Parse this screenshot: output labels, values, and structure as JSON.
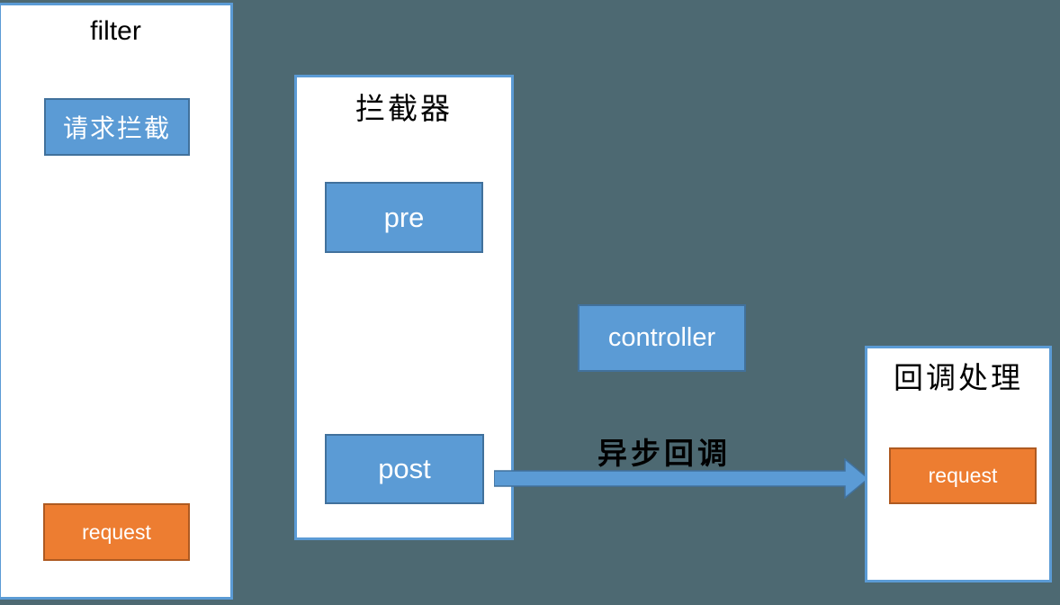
{
  "diagram": {
    "background_color": "#4D6972",
    "colors": {
      "panel_fill": "#FFFFFF",
      "panel_border": "#5B9BD5",
      "blue_node_fill": "#5B9BD5",
      "blue_node_border": "#41719C",
      "orange_node_fill": "#ED7D31",
      "orange_node_border": "#AE5A21",
      "title_text": "#000000",
      "node_text": "#FFFFFF",
      "arrow_fill": "#5B9BD5",
      "arrow_border": "#41719C"
    },
    "panels": {
      "filter": {
        "title": "filter",
        "intercept_node_label": "请求拦截",
        "request_node_label": "request"
      },
      "interceptor": {
        "title": "拦截器",
        "pre_node_label": "pre",
        "post_node_label": "post"
      },
      "callback": {
        "title": "回调处理",
        "request_node_label": "request"
      }
    },
    "controller_node_label": "controller",
    "arrow": {
      "label": "异步回调",
      "direction": "left-to-right",
      "from": "post",
      "to": "回调处理"
    }
  }
}
